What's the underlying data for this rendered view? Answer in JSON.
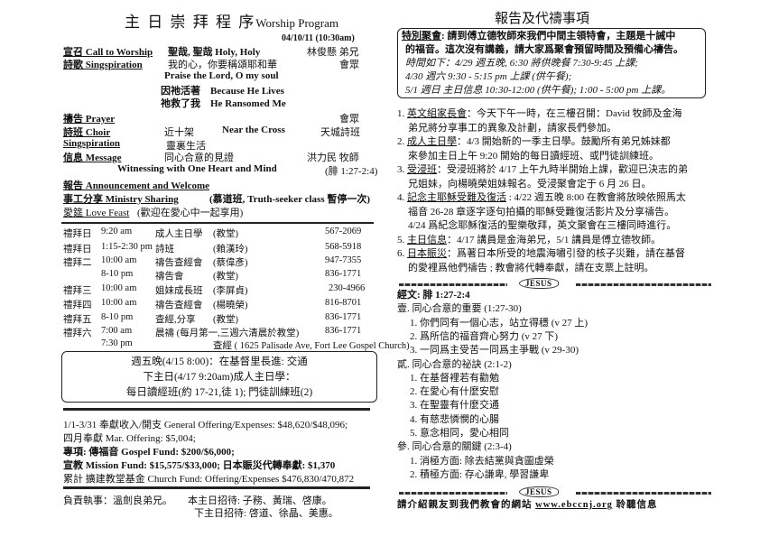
{
  "left": {
    "title_cn": "主 日 崇 拜 程 序",
    "title_en": "Worship Program",
    "date": "04/10/11 (10:30am)",
    "program": [
      {
        "label": "宣召 Call to Worship",
        "content": "聖哉, 聖哉 Holy, Holy",
        "leader": "林俊懸 弟兄"
      },
      {
        "label": "詩歌 Singspiration",
        "content": "我的心，你要稱頌耶和華",
        "leader": "會眾"
      },
      {
        "content": "Praise the Lord, O my soul"
      },
      {
        "content": "因祂活著    Because He Lives"
      },
      {
        "content": "祂救了我    He Ransomed Me"
      },
      {
        "label": "禱告 Prayer",
        "leader": "會眾"
      },
      {
        "label": "詩班 Choir",
        "content": "近十架",
        "content2": "Near the Cross",
        "leader": "天城詩班"
      },
      {
        "label": "Singspiration",
        "content": "靈裏生活"
      },
      {
        "label": "信息 Message",
        "content": "同心合意的見證",
        "leader": "洪力民 牧師"
      },
      {
        "content": "Witnessing with One Heart and Mind",
        "ref": "(腓 1:27-2:4)"
      },
      {
        "label": "報告 Announcement  and Welcome"
      },
      {
        "label": "事工分享 Ministry Sharing",
        "content": "(慕道班, Truth-seeker class 暫停一次)"
      },
      {
        "label": "愛筵 Love Feast",
        "content": "(歡迎在愛心中一起享用)"
      }
    ],
    "schedule": [
      [
        "禮拜日",
        "9:20  am",
        "成人主日學",
        "(教堂)",
        "567-2069"
      ],
      [
        "禮拜日",
        "1:15-2:30 pm",
        "詩班",
        "(賴漢玲)",
        "568-5918"
      ],
      [
        "禮拜二",
        "10:00 am",
        "禱告查經會",
        "(蔡偉彥)",
        "947-7355"
      ],
      [
        "",
        "8-10 pm",
        "禱告會",
        "(教堂)",
        "836-1771"
      ],
      [
        "禮拜三",
        "10:00 am",
        "姐妹成長班",
        "(李屏貞)",
        "230-4966"
      ],
      [
        "禮拜四",
        "10:00 am",
        "禱告查經會",
        "(楊曉榮)",
        "816-8701"
      ],
      [
        "禮拜五",
        "8-10 pm",
        "查經,分享",
        "(教堂)",
        "836-1771"
      ],
      [
        "禮拜六",
        "7:00 am",
        "晨禱 (每月第一,三週六清晨於教堂)",
        "",
        "836-1771"
      ],
      [
        "",
        "7:30 pm",
        "查經 ( 1625 Palisade Ave, Fort Lee Gospel Church)",
        "",
        ""
      ]
    ],
    "notice": [
      "週五晚(4/15 8:00)：在基督里長進: 交通",
      "下主日(4/17 9:20am)成人主日學：",
      "每日讀經班(約 17-21,徒 1); 門徒訓練班(2)"
    ],
    "finance": [
      "1/1-3/31 奉獻收入/開支 General Offering/Expenses: $48,620/$48,096;",
      "四月奉獻  Mar. Offering: $5,004;",
      "專項: 傳福音 Gospel Fund: $200/$6,000;",
      "宣教 Mission Fund: $15,575/$33,000;  日本賑災代轉奉獻: $1,370",
      "累計 擴建教堂基金 Church Fund: Offering/Expenses $476,830/470,872"
    ],
    "duty": "負責執事：溫劍良弟兄。",
    "host_this": "本主日招待: 子務、黃瑞、啓康。",
    "host_next": "下主日招待: 啓道、徐晶、美惠。"
  },
  "right": {
    "title": "報告及代禱事項",
    "special": {
      "label": "特別聚會",
      "lines": [
        ": 請到傅立德牧師來我們中間主領特會，主題是十誡中",
        "的福音。這次沒有講義，請大家爲聚會預留時間及預備心禱告。",
        "時間如下：4/29 週五晚, 6:30 將供晚餐 7:30-9:45 上課;",
        "4/30 週六 9:30  -  5:15  pm  上課 (供午餐);",
        "5/1  週日 主日信息 10:30-12:00 (供午餐); 1:00  -  5:00 pm 上課。"
      ]
    },
    "items": [
      {
        "num": "1.",
        "label": "英文組家長會",
        "lines": [
          "：今天下午一時，在三樓召開：David 牧師及金海",
          "弟兄將分享事工的異象及計劃，請家長們參加。"
        ]
      },
      {
        "num": "2.",
        "label": "成人主日學",
        "lines": [
          "：4/3 開始新的一季主日學。鼓勵所有弟兄姊妹都",
          "來參加主日上午 9:20 開始的每日讀經班、或門徒訓練班。"
        ]
      },
      {
        "num": "3.",
        "label": "受浸班",
        "lines": [
          "：受浸班將於 4/17 上午九時半開始上課，歡迎已決志的弟",
          "兄姐妹，向楊曉榮姐妹報名。受浸聚會定于 6 月 26 日。"
        ]
      },
      {
        "num": "4.",
        "label": "記念主耶穌受難及復活",
        "lines": [
          " : 4/22 週五晚 8:00 在教會將放映依照馬太",
          "福音 26-28 章逐字逐句拍攝的耶穌受難復活影片及分享禱告。",
          "4/24 爲紀念耶穌復活的聖樂敬拜，英文聚會在三樓同時進行。"
        ]
      },
      {
        "num": "5.",
        "label": "主日信息",
        "lines": [
          "：4/17 講員是金海弟兄，5/1 講員是傅立德牧師。"
        ]
      },
      {
        "num": "6.",
        "label": "日本賑災",
        "lines": [
          "：爲著日本所受的地震海嘯引發的核子災難，請在基督",
          "的愛裡爲他們禱告 ; 教會將代轉奉獻，請在支票上註明。"
        ]
      }
    ],
    "fish": "JESUS",
    "outline": [
      "經文: 腓 1:27-2:4",
      "壹. 同心合意的重要 (1:27-30)",
      "1. 你們同有一個心志，站立得穩 (v 27 上)",
      "2. 爲所信的福音齊心努力 (v 27 下)",
      "3.  一同爲主受苦一同爲主爭戰  (v 29-30)",
      "貳. 同心合意的祕訣 (2:1-2)",
      "1. 在基督裡若有勸勉",
      "2. 在愛心有什麼安慰",
      "3. 在聖靈有什麼交通",
      "4. 有慈悲憐憫的心腸",
      "5. 意念相同，愛心相同",
      "參. 同心合意的關鍵 (2:3-4)",
      "1. 消極方面: 除去結黨與貪圖虛榮",
      "2. 積極方面: 存心謙卑, 學習謙卑"
    ],
    "footer_pre": "請介紹親友到我們教會的網站 ",
    "footer_url": "www.ebccnj.org",
    "footer_post": " 聆聽信息"
  }
}
